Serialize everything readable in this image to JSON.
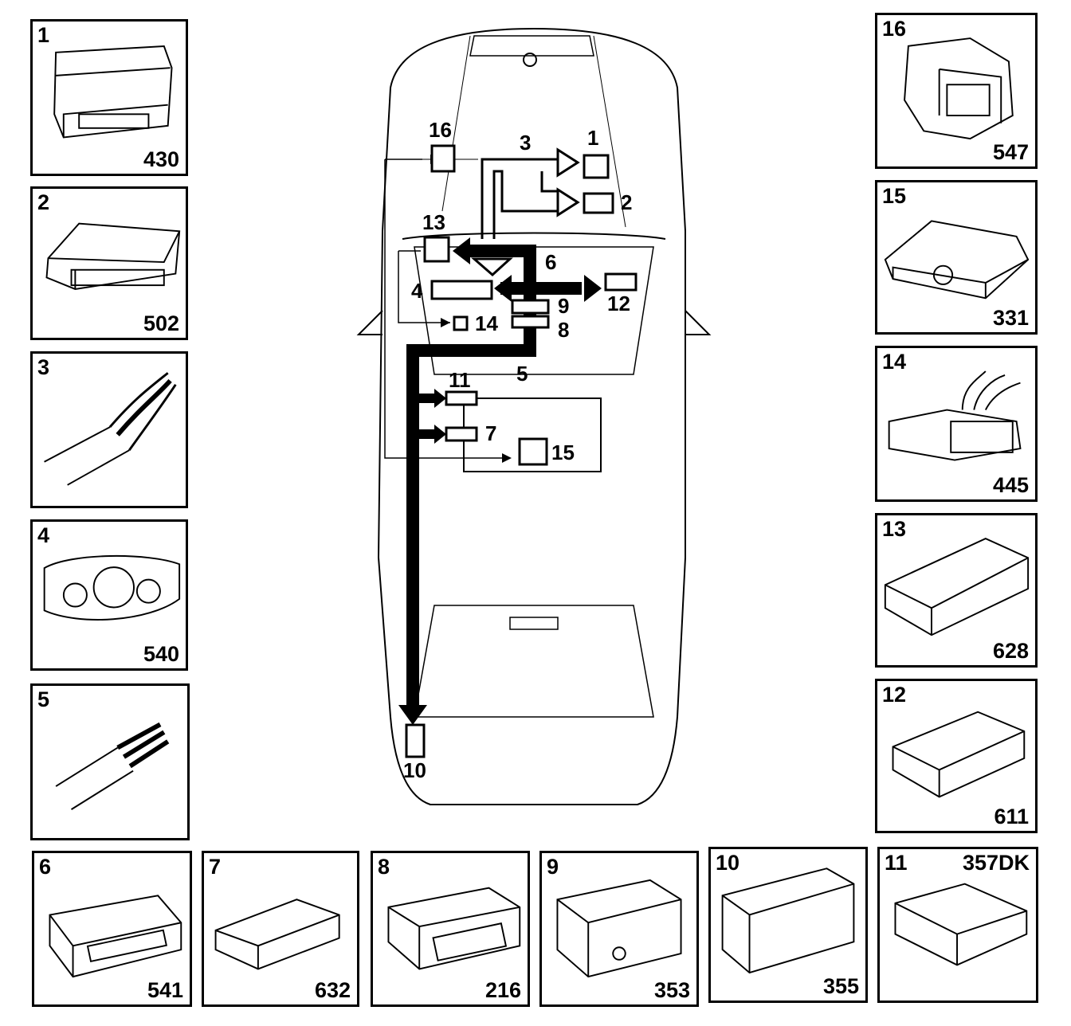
{
  "panels": {
    "p1": {
      "num": "1",
      "code": "430"
    },
    "p2": {
      "num": "2",
      "code": "502"
    },
    "p3": {
      "num": "3",
      "code": ""
    },
    "p4": {
      "num": "4",
      "code": "540"
    },
    "p5": {
      "num": "5",
      "code": ""
    },
    "p6": {
      "num": "6",
      "code": "541"
    },
    "p7": {
      "num": "7",
      "code": "632"
    },
    "p8": {
      "num": "8",
      "code": "216"
    },
    "p9": {
      "num": "9",
      "code": "353"
    },
    "p10": {
      "num": "10",
      "code": "355"
    },
    "p11": {
      "num": "11",
      "code": "357DK"
    },
    "p12": {
      "num": "12",
      "code": "611"
    },
    "p13": {
      "num": "13",
      "code": "628"
    },
    "p14": {
      "num": "14",
      "code": "445"
    },
    "p15": {
      "num": "15",
      "code": "331"
    },
    "p16": {
      "num": "16",
      "code": "547"
    }
  },
  "car_labels": {
    "l1": "1",
    "l2": "2",
    "l3": "3",
    "l4": "4",
    "l5": "5",
    "l6": "6",
    "l7": "7",
    "l8": "8",
    "l9": "9",
    "l10": "10",
    "l11": "11",
    "l12": "12",
    "l13": "13",
    "l14": "14",
    "l15": "15",
    "l16": "16"
  }
}
